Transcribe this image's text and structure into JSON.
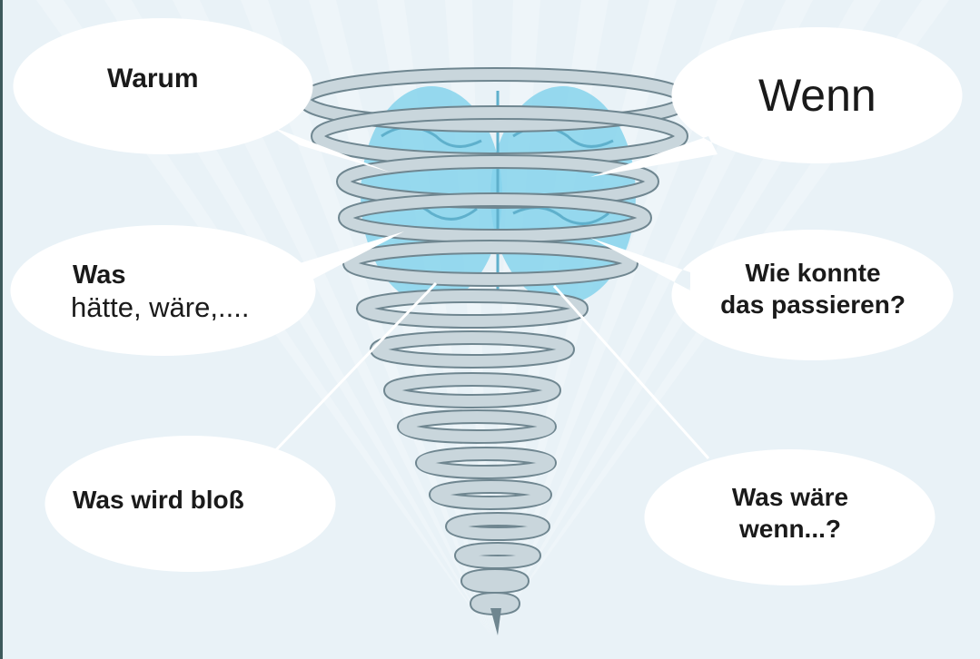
{
  "bubbles": {
    "warum": "Warum",
    "wenn": "Wenn",
    "was_line1": "Was",
    "was_line2": "hätte, wäre,....",
    "wie_line1": "Wie konnte",
    "wie_line2": "das passieren?",
    "bloss": "Was wird bloß",
    "ware_line1": "Was wäre",
    "ware_line2": "wenn...?"
  },
  "colors": {
    "background": "#e9f2f7",
    "brain": "#7fd0ea",
    "spiral": "#c9d6dc",
    "spiral_edge": "#6f8690",
    "bubble": "#ffffff"
  }
}
